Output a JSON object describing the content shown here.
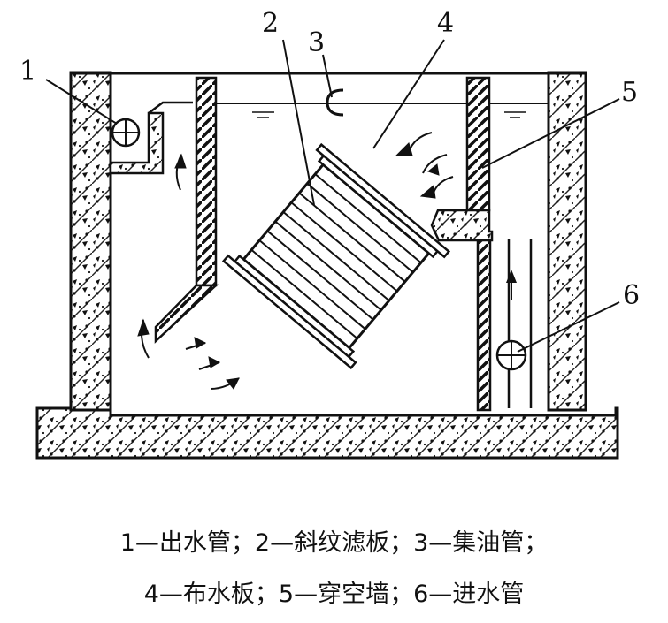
{
  "labels": {
    "outlet_pipe": "1",
    "filter_plate": "2",
    "oil_pipe": "3",
    "distribution_plate": "4",
    "perforated_wall": "5",
    "inlet_pipe": "6"
  },
  "caption": {
    "line1": "1—出水管；2—斜纹滤板；3—集油管；",
    "line2": "4—布水板；5—穿空墙；6—进水管"
  }
}
